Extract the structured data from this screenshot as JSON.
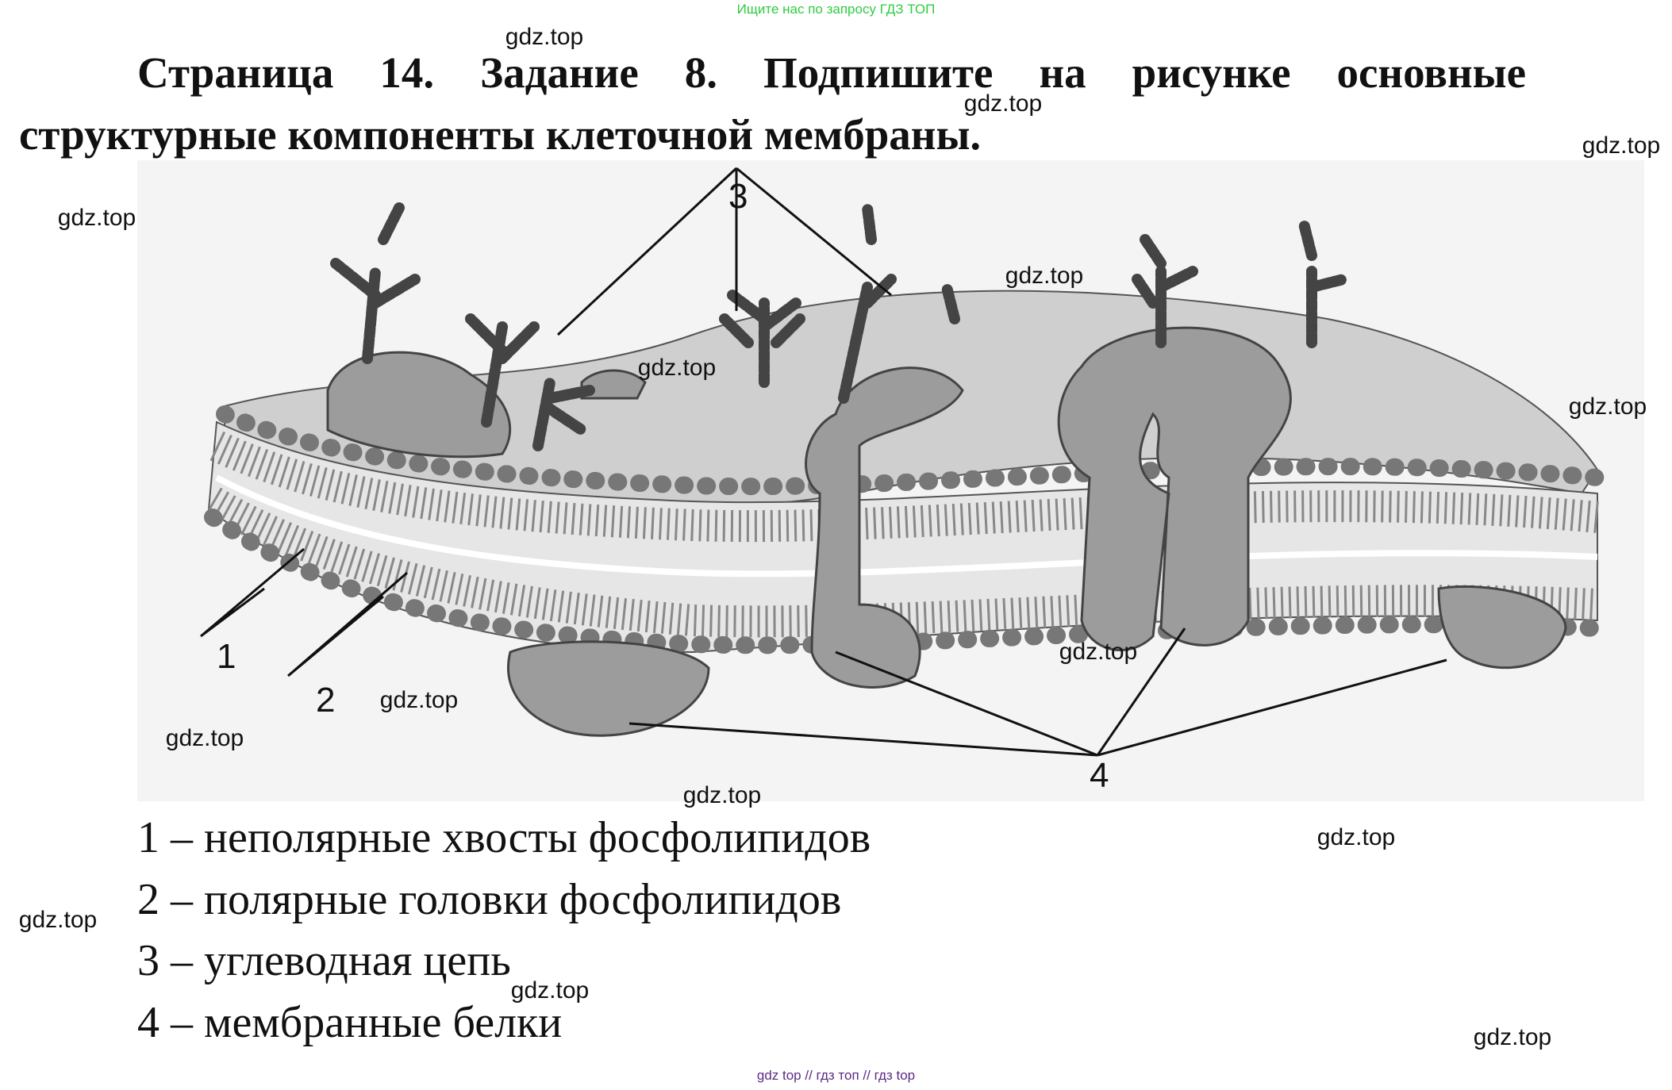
{
  "top_note": "Ищите нас по запросу ГДЗ ТОП",
  "title": {
    "line1": "Страница 14. Задание 8. Подпишите на рисунке основные",
    "line2": "структурные компоненты клеточной мембраны."
  },
  "figure": {
    "labels": [
      "1",
      "2",
      "3",
      "4"
    ]
  },
  "legend": [
    "1 – неполярные хвосты фосфолипидов",
    "2 – полярные головки фосфолипидов",
    "3 – углеводная цепь",
    "4 – мембранные белки"
  ],
  "watermark": "gdz.top",
  "bottom_links": [
    "gdz top",
    "//",
    "гдз топ",
    "//",
    "гдз top"
  ]
}
